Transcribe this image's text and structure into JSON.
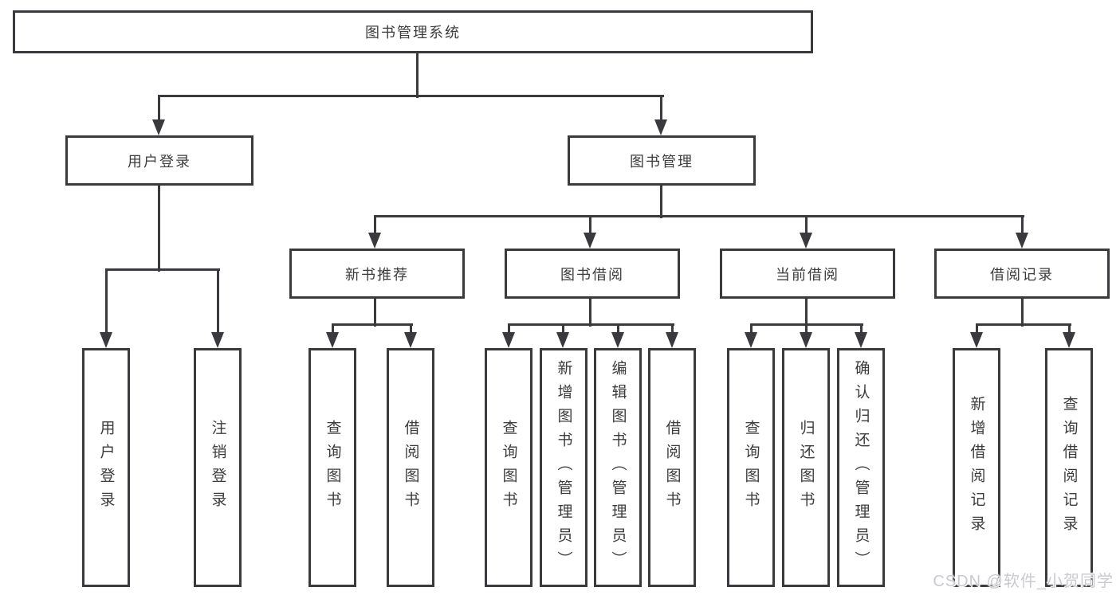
{
  "diagram": {
    "root": {
      "label": "图书管理系统"
    },
    "level2": [
      {
        "label": "用户登录"
      },
      {
        "label": "图书管理"
      }
    ],
    "level3": [
      {
        "label": "新书推荐",
        "parent": "图书管理"
      },
      {
        "label": "图书借阅",
        "parent": "图书管理"
      },
      {
        "label": "当前借阅",
        "parent": "图书管理"
      },
      {
        "label": "借阅记录",
        "parent": "图书管理"
      }
    ],
    "leaves": [
      {
        "label": "用户登录",
        "parent": "用户登录"
      },
      {
        "label": "注销登录",
        "parent": "用户登录"
      },
      {
        "label": "查询图书",
        "parent": "新书推荐"
      },
      {
        "label": "借阅图书",
        "parent": "新书推荐"
      },
      {
        "label": "查询图书",
        "parent": "图书借阅"
      },
      {
        "label": "新增图书（管理员）",
        "parent": "图书借阅"
      },
      {
        "label": "编辑图书（管理员）",
        "parent": "图书借阅"
      },
      {
        "label": "借阅图书",
        "parent": "图书借阅"
      },
      {
        "label": "查询图书",
        "parent": "当前借阅"
      },
      {
        "label": "归还图书",
        "parent": "当前借阅"
      },
      {
        "label": "确认归还（管理员）",
        "parent": "当前借阅"
      },
      {
        "label": "新增借阅记录",
        "parent": "借阅记录"
      },
      {
        "label": "查询借阅记录",
        "parent": "借阅记录"
      }
    ],
    "watermark": "CSDN @软件_小贺同学",
    "colors": {
      "line": "#3a3a3e",
      "text": "#3c3c3c",
      "background": "#ffffff",
      "watermark": "#c9c9d0"
    }
  }
}
